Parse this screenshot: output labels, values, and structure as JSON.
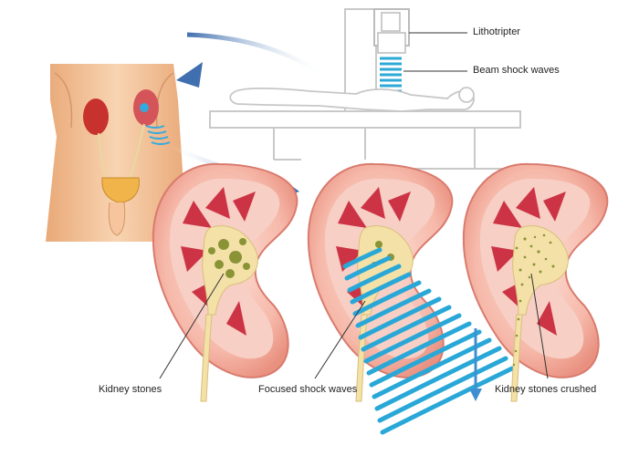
{
  "labels": {
    "lithotripter": "Lithotripter",
    "beam_shock_waves": "Beam shock waves",
    "kidney_stones": "Kidney stones",
    "focused_shock_waves": "Focused shock waves",
    "kidney_stones_crushed": "Kidney stones crushed"
  },
  "colors": {
    "kidney_outer": "#f2a79a",
    "kidney_inner": "#f7c9bd",
    "medulla": "#cf3346",
    "pelvis": "#f5e4b2",
    "stone": "#8a9436",
    "shock_wave": "#29a8d8",
    "arrow": "#3f6fae",
    "skin": "#f4c7a0",
    "machine_outline": "#c7c7c7"
  },
  "icons": [
    "patient-torso-icon",
    "lithotripter-machine-icon",
    "patient-lying-icon",
    "arrow-icon",
    "kidney-icon",
    "stone-icon",
    "shock-wave-icon"
  ]
}
